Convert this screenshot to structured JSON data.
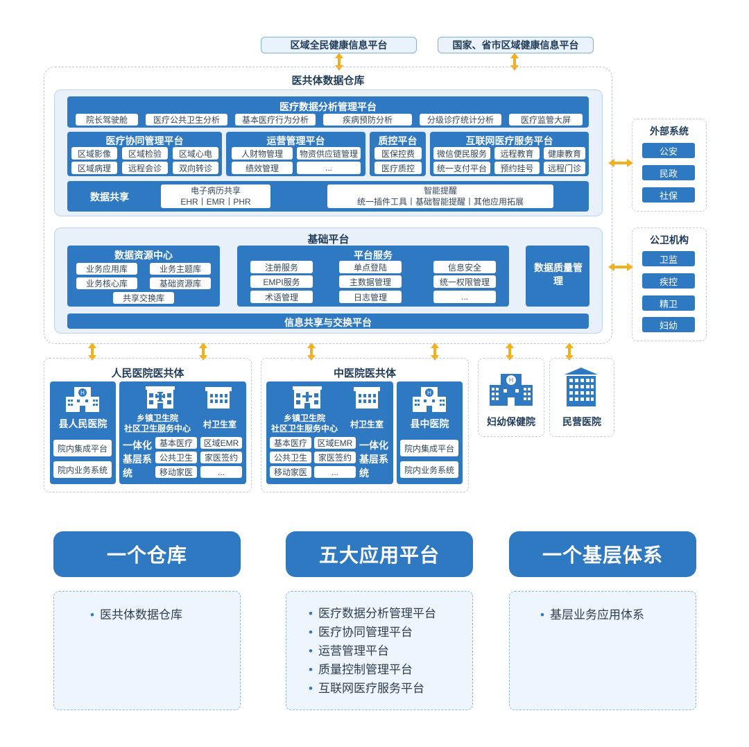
{
  "top": {
    "left_platform": "区域全民健康信息平台",
    "right_platform": "国家、省市区域健康信息平台"
  },
  "warehouse": {
    "title": "医共体数据仓库",
    "analysis": {
      "title": "医疗数据分析管理平台",
      "items": [
        "院长驾驶舱",
        "医疗公共卫生分析",
        "基本医疗行为分析",
        "疾病预防分析",
        "分级诊疗统计分析",
        "医疗监管大屏"
      ]
    },
    "collab": {
      "title": "医疗协同管理平台",
      "items": [
        "区域影像",
        "区域检验",
        "区域心电",
        "区域病理",
        "远程会诊",
        "双向转诊"
      ]
    },
    "ops": {
      "title": "运营管理平台",
      "items": [
        "人财物管理",
        "物资供应链管理",
        "绩效管理",
        "..."
      ]
    },
    "qc": {
      "title": "质控平台",
      "items": [
        "医保控费",
        "医疗质控"
      ]
    },
    "internet": {
      "title": "互联网医疗服务平台",
      "items": [
        "微信便民服务",
        "远程教育",
        "健康教育",
        "统一支付平台",
        "预约挂号",
        "远程门诊"
      ]
    },
    "share": {
      "title": "数据共享",
      "emr_line1": "电子病历共享",
      "emr_line2": "EHR丨EMR丨PHR",
      "smart_line1": "智能提醒",
      "smart_line2": "统一插件工具丨基础智能提醒丨其他应用拓展"
    }
  },
  "base": {
    "title": "基础平台",
    "resource": {
      "title": "数据资源中心",
      "items": [
        "业务应用库",
        "业务主题库",
        "业务核心库",
        "基础资源库",
        "共享交换库"
      ]
    },
    "service": {
      "title": "平台服务",
      "items": [
        "注册服务",
        "单点登陆",
        "信息安全",
        "EMPI服务",
        "主数据管理",
        "统一权限管理",
        "术语管理",
        "日志管理",
        "..."
      ]
    },
    "quality": "数据质量管理",
    "exchange": "信息共享与交换平台"
  },
  "external": {
    "title": "外部系统",
    "items": [
      "公安",
      "民政",
      "社保"
    ]
  },
  "public_health": {
    "title": "公卫机构",
    "items": [
      "卫监",
      "疾控",
      "精卫",
      "妇幼"
    ]
  },
  "people_hospital": {
    "title": "人民医院医共体",
    "county": {
      "name": "县人民医院",
      "items": [
        "院内集成平台",
        "院内业务系统"
      ]
    },
    "township": "乡镇卫生院\n社区卫生服务中心",
    "village": "村卫生室",
    "integrated_label": "一体化基层系统",
    "grid": [
      "基本医疗",
      "区域EMR",
      "公共卫生",
      "家医签约",
      "移动家医",
      "..."
    ]
  },
  "tcm_hospital": {
    "title": "中医院医共体",
    "township": "乡镇卫生院\n社区卫生服务中心",
    "village": "村卫生室",
    "integrated_label": "一体化基层系统",
    "grid": [
      "基本医疗",
      "区域EMR",
      "公共卫生",
      "家医签约",
      "移动家医",
      "..."
    ],
    "county": {
      "name": "县中医院",
      "items": [
        "院内集成平台",
        "院内业务系统"
      ]
    }
  },
  "maternal": "妇幼保健院",
  "private": "民营医院",
  "summary": [
    {
      "banner": "一个仓库",
      "items": [
        "医共体数据仓库"
      ]
    },
    {
      "banner": "五大应用平台",
      "items": [
        "医疗数据分析管理平台",
        "医疗协同管理平台",
        "运营管理平台",
        "质量控制管理平台",
        "互联网医疗服务平台"
      ]
    },
    {
      "banner": "一个基层体系",
      "items": [
        "基层业务应用体系"
      ]
    }
  ],
  "colors": {
    "primary": "#2f78c2",
    "arrow": "#f2b01e",
    "panel": "#e8f1f9"
  }
}
